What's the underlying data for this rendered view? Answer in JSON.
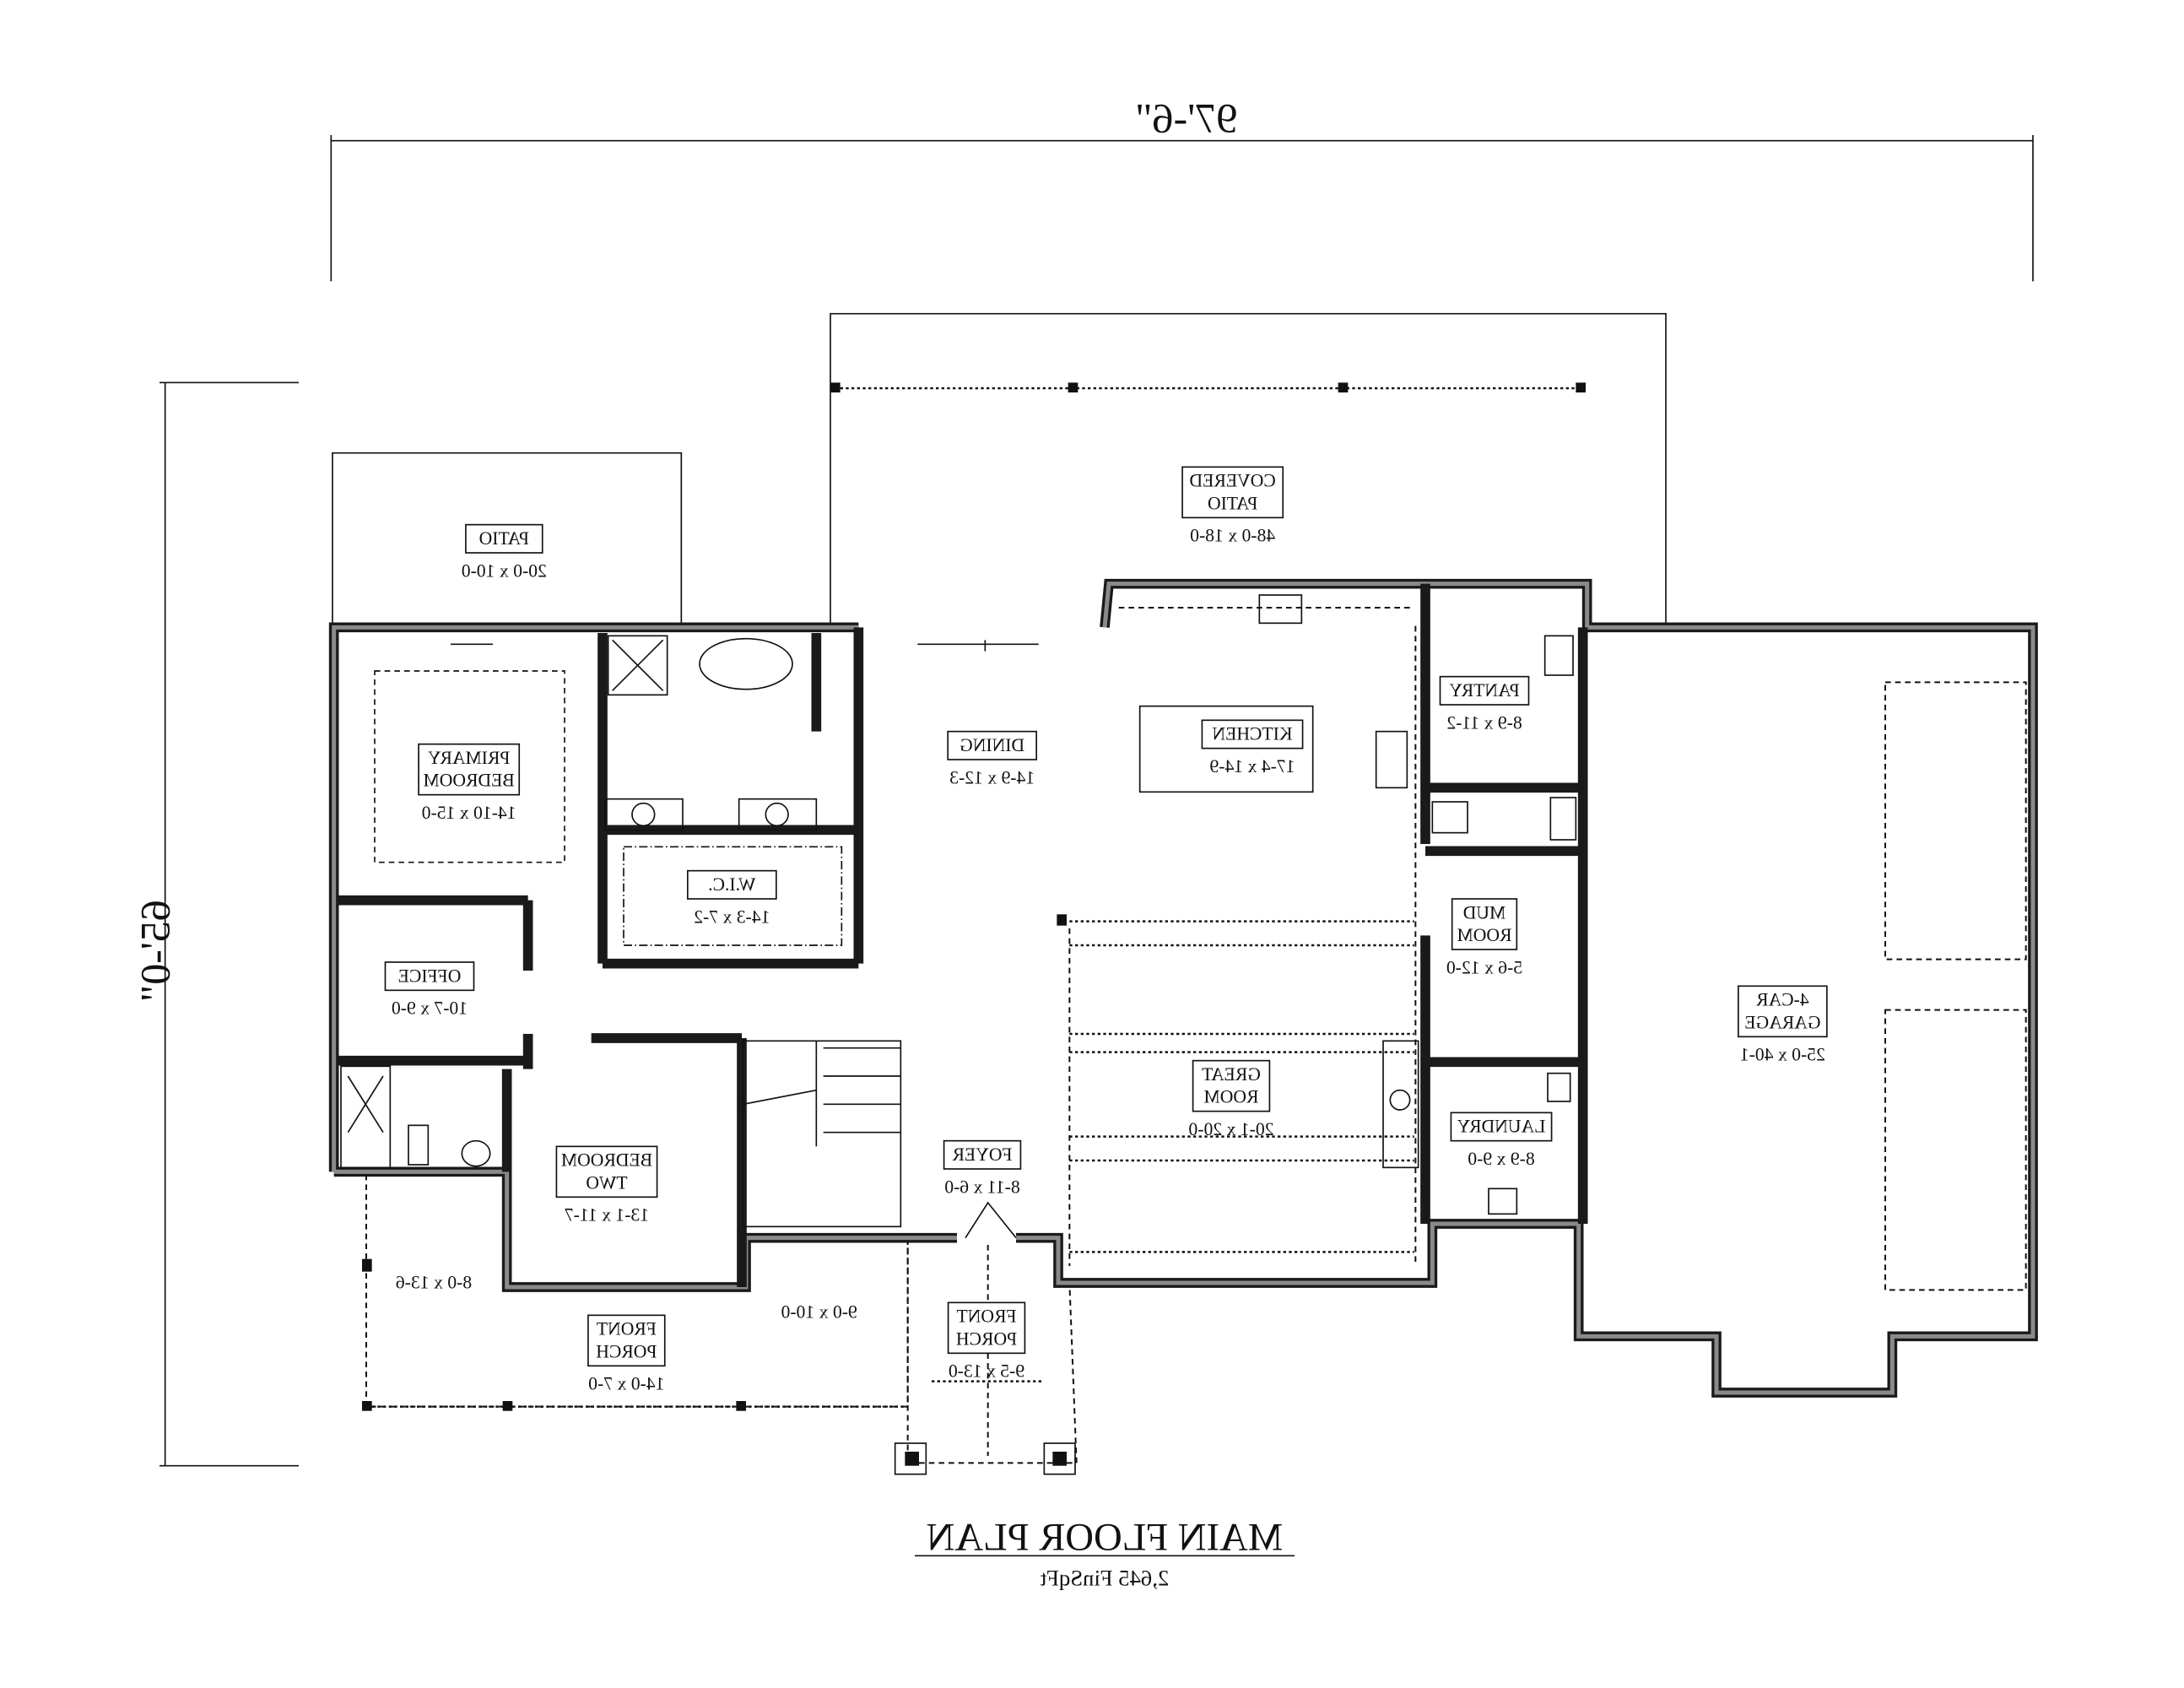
{
  "drawing": {
    "title": "MAIN FLOOR PLAN",
    "subtitle": "2,645 FinSqFt",
    "mirrored": true,
    "overall_width": "97'-6\"",
    "overall_depth": "65'-0\""
  },
  "rooms": [
    {
      "id": "patio",
      "lines": [
        "PATIO"
      ],
      "size": "20-0 x 10-0"
    },
    {
      "id": "covered-patio",
      "lines": [
        "COVERED",
        "PATIO"
      ],
      "size": "48-0 x 18-0"
    },
    {
      "id": "primary-bedroom",
      "lines": [
        "PRIMARY",
        "BEDROOM"
      ],
      "size": "14-10 x 15-0"
    },
    {
      "id": "dining",
      "lines": [
        "DINING"
      ],
      "size": "14-9 x 12-3"
    },
    {
      "id": "kitchen",
      "lines": [
        "KITCHEN"
      ],
      "size": "17-4 x 14-9"
    },
    {
      "id": "pantry",
      "lines": [
        "PANTRY"
      ],
      "size": "8-9 x 11-2"
    },
    {
      "id": "wic",
      "lines": [
        "W.I.C."
      ],
      "size": "14-3 x 7-2"
    },
    {
      "id": "mud-room",
      "lines": [
        "MUD",
        "ROOM"
      ],
      "size": "5-6 x 12-0"
    },
    {
      "id": "office",
      "lines": [
        "OFFICE"
      ],
      "size": "10-7 x 9-0"
    },
    {
      "id": "garage",
      "lines": [
        "4-CAR",
        "GARAGE"
      ],
      "size": "25-0 x 40-1"
    },
    {
      "id": "great-room",
      "lines": [
        "GREAT",
        "ROOM"
      ],
      "size": "20-1 x 20-0"
    },
    {
      "id": "laundry",
      "lines": [
        "LAUNDRY"
      ],
      "size": "8-9 x 9-0"
    },
    {
      "id": "foyer",
      "lines": [
        "FOYER"
      ],
      "size": "8-11 x 6-0"
    },
    {
      "id": "bedroom-two",
      "lines": [
        "BEDROOM",
        "TWO"
      ],
      "size": "13-1 x 11-7"
    },
    {
      "id": "front-porch-left",
      "lines": [
        "FRONT",
        "PORCH"
      ],
      "size": "14-0 x 7-0"
    },
    {
      "id": "front-porch-center",
      "lines": [
        "FRONT",
        "PORCH"
      ],
      "size": "9-5 x 13-0"
    }
  ],
  "extra_dimensions": [
    "8-0 x 13-6",
    "9-0 x 10-0"
  ]
}
